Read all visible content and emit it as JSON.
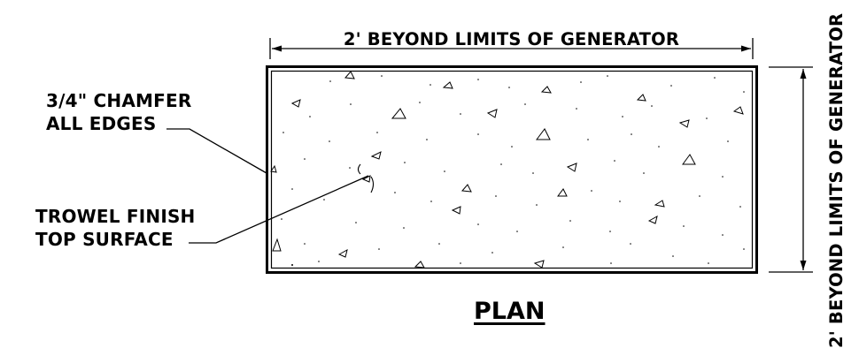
{
  "labels": {
    "top_dimension": "2' BEYOND LIMITS OF GENERATOR",
    "right_dimension": "2' BEYOND LIMITS OF GENERATOR",
    "chamfer_line1": "3/4\" CHAMFER",
    "chamfer_line2": "ALL EDGES",
    "trowel_line1": "TROWEL FINISH",
    "trowel_line2": "TOP SURFACE",
    "view_title": "PLAN"
  },
  "colors": {
    "line": "#000000",
    "background": "#ffffff"
  }
}
